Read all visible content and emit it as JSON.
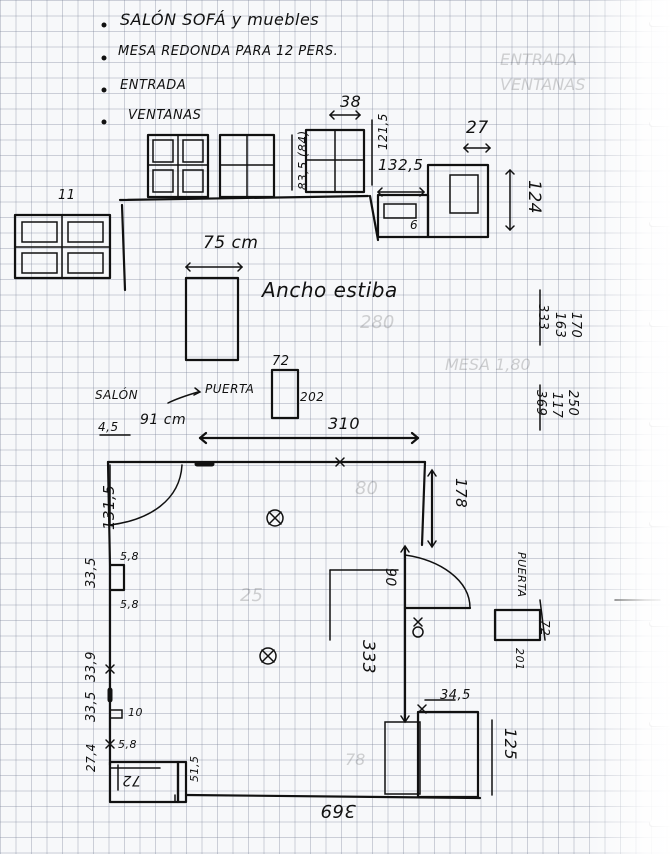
{
  "notes": {
    "line1": "SALÓN SOFÁ y muebles",
    "line2": "MESA REDONDA PARA 12 PERS.",
    "line3": "ENTRADA",
    "line4": "VENTANAS"
  },
  "top_labels": {
    "w38": "38",
    "h83": "83,5 (84)",
    "h121": "121,5",
    "w27": "27",
    "w132": "132,5",
    "h124": "124",
    "d6": "6",
    "left11": "11",
    "w75": "75 cm",
    "ancho": "Ancho estiba",
    "sum_a": "170",
    "sum_b": "163",
    "sum_c": "333",
    "sum_d": "250",
    "sum_e": "117",
    "sum_f": "369"
  },
  "plan": {
    "salon": "SALÓN",
    "puerta": "PUERTA",
    "p72": "72",
    "p202": "202",
    "w4_5": "4,5",
    "w91": "91 cm",
    "w310": "310",
    "h131": "131,5",
    "h178": "178",
    "h90": "90",
    "puerta2": "PUERTA",
    "p72b": "72",
    "p201": "201",
    "h33_5": "33,5",
    "v5_8a": "5,8",
    "v5_8b": "5,8",
    "h33_9": "33,9",
    "h33_5b": "33,5",
    "v10": "10",
    "v5_8c": "5,8",
    "h27_4": "27,4",
    "b72": "72",
    "b51_5": "51,5",
    "h333": "333",
    "w34_5": "34,5",
    "h125": "125",
    "w369": "369"
  },
  "bleed": [
    "ENTRADA",
    "VENTANAS",
    "280",
    "80",
    "25",
    "78",
    "MESA 1,80"
  ]
}
